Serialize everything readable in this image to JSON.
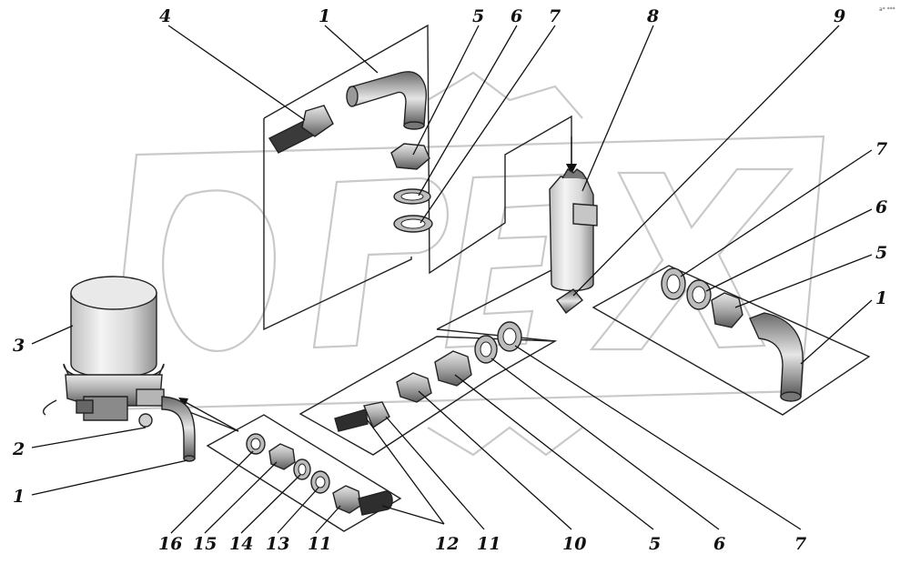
{
  "diagram": {
    "corner_mark": "a* ***",
    "callouts": [
      {
        "id": "c-top-4",
        "text": "4"
      },
      {
        "id": "c-top-1",
        "text": "1"
      },
      {
        "id": "c-top-5",
        "text": "5"
      },
      {
        "id": "c-top-6",
        "text": "6"
      },
      {
        "id": "c-top-7",
        "text": "7"
      },
      {
        "id": "c-top-8",
        "text": "8"
      },
      {
        "id": "c-top-9",
        "text": "9"
      },
      {
        "id": "c-right-7",
        "text": "7"
      },
      {
        "id": "c-right-6",
        "text": "6"
      },
      {
        "id": "c-right-5",
        "text": "5"
      },
      {
        "id": "c-right-1",
        "text": "1"
      },
      {
        "id": "c-left-3",
        "text": "3"
      },
      {
        "id": "c-left-2",
        "text": "2"
      },
      {
        "id": "c-left-1",
        "text": "1"
      },
      {
        "id": "c-bot-16",
        "text": "16"
      },
      {
        "id": "c-bot-15",
        "text": "15"
      },
      {
        "id": "c-bot-14",
        "text": "14"
      },
      {
        "id": "c-bot-13",
        "text": "13"
      },
      {
        "id": "c-bot-11a",
        "text": "11"
      },
      {
        "id": "c-bot-12",
        "text": "12"
      },
      {
        "id": "c-bot-11b",
        "text": "11"
      },
      {
        "id": "c-bot-10",
        "text": "10"
      },
      {
        "id": "c-bot-5",
        "text": "5"
      },
      {
        "id": "c-bot-6",
        "text": "6"
      },
      {
        "id": "c-bot-7",
        "text": "7"
      }
    ]
  }
}
